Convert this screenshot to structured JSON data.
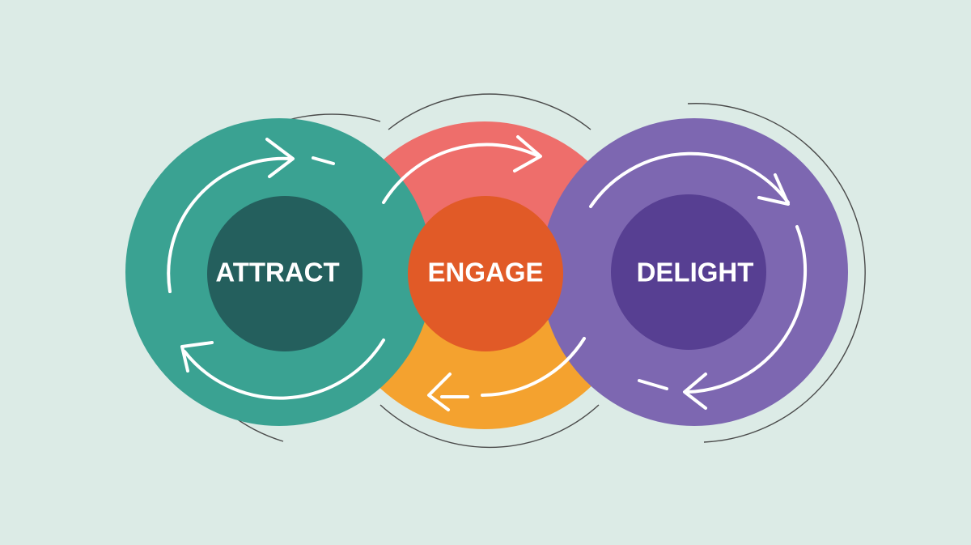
{
  "diagram": {
    "stages": [
      {
        "id": "attract",
        "label": "ATTRACT",
        "ring_color": "#3aa292",
        "core_color": "#245f5d"
      },
      {
        "id": "engage",
        "label": "ENGAGE",
        "ring_color_top": "#ee6e6b",
        "ring_color_bottom": "#f4a22f",
        "core_color": "#e15a27"
      },
      {
        "id": "delight",
        "label": "DELIGHT",
        "ring_color": "#7d67b1",
        "core_color": "#573f92"
      }
    ],
    "background_color": "#dcebe6",
    "arrow_color": "#ffffff",
    "outline_color": "#4a4a4a"
  }
}
